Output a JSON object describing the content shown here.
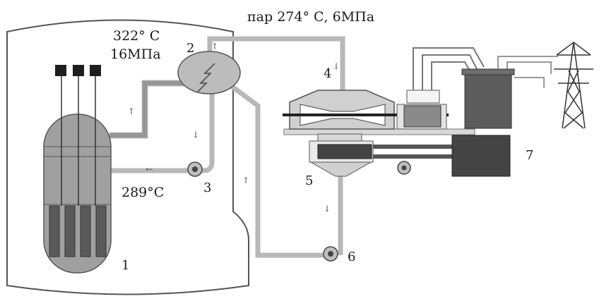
{
  "labels": {
    "primary_temp": "322° C",
    "primary_pressure": "16МПа",
    "steam": "пар 274° С, 6МПа",
    "return_temp": "289°C"
  },
  "numbers": {
    "n1": "1",
    "n2": "2",
    "n3": "3",
    "n4": "4",
    "n5": "5",
    "n6": "6",
    "n7": "7"
  },
  "colors": {
    "outline": "#555555",
    "pipe": "#b8b8b8",
    "steam_generator": "#bcbcbc",
    "vessel": "#a0a0a0",
    "fuel": "#5a5a5a",
    "control_rod_top": "#1e1e1e",
    "generator": "#8a8a8a",
    "transformer": "#5c5c5c",
    "condenser_body": "#444444",
    "base": "#d8d8d8"
  },
  "icons": {
    "pump": "pump-icon",
    "pylon": "power-pylon-icon"
  }
}
